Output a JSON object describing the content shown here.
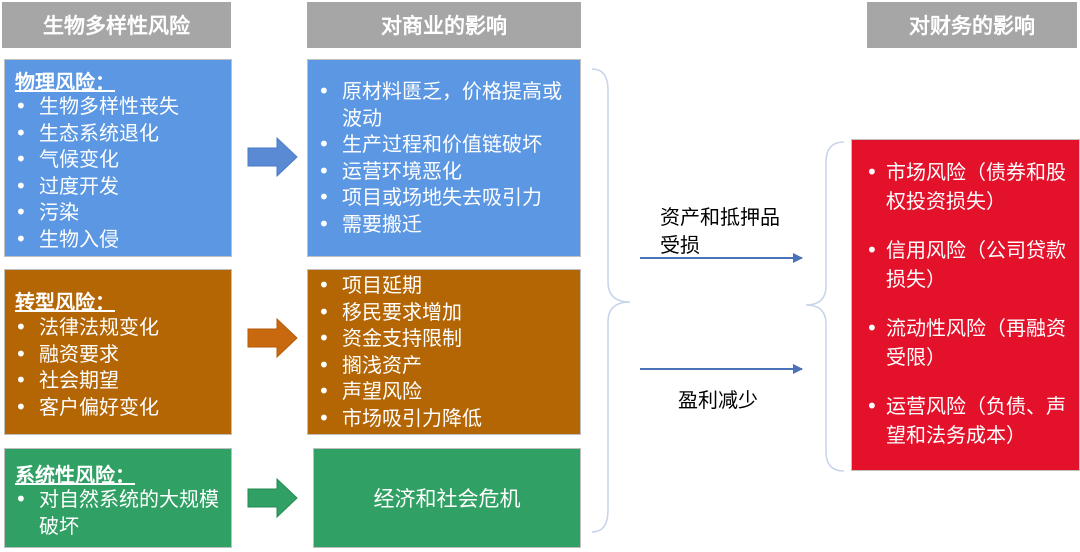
{
  "headers": {
    "col1": "生物多样性风险",
    "col2": "对商业的影响",
    "col3": "对财务的影响"
  },
  "risks": {
    "physical": {
      "title": "物理风险：",
      "items": [
        "生物多样性丧失",
        "生态系统退化",
        "气候变化",
        "过度开发",
        "污染",
        "生物入侵"
      ]
    },
    "transition": {
      "title": "转型风险：",
      "items": [
        "法律法规变化",
        "融资要求",
        "社会期望",
        "客户偏好变化"
      ]
    },
    "systemic": {
      "title": "系统性风险：",
      "items": [
        "对自然系统的大规模破坏"
      ]
    }
  },
  "business": {
    "physical": [
      "原材料匮乏，价格提高或波动",
      "生产过程和价值链破坏",
      "运营环境恶化",
      "项目或场地失去吸引力",
      "需要搬迁"
    ],
    "transition": [
      "项目延期",
      "移民要求增加",
      "资金支持限制",
      "搁浅资产",
      "声望风险",
      "市场吸引力降低"
    ],
    "systemic": "经济和社会危机"
  },
  "flows": {
    "upper": "资产和抵押品受损",
    "lower": "盈利减少"
  },
  "financial": {
    "items": [
      "市场风险（债券和股权投资损失）",
      "信用风险（公司贷款损失）",
      "流动性风险（再融资受限）",
      "运营风险（负债、声望和法务成本）"
    ]
  },
  "colors": {
    "header_gray": "#a6a6a6",
    "physical_blue": "#5b97e2",
    "transition_brown": "#b46504",
    "systemic_green": "#30a064",
    "financial_red": "#e4112b",
    "arrow_blue": "#5a8ad4",
    "arrow_orange": "#c9690f",
    "arrow_green": "#30a064"
  }
}
